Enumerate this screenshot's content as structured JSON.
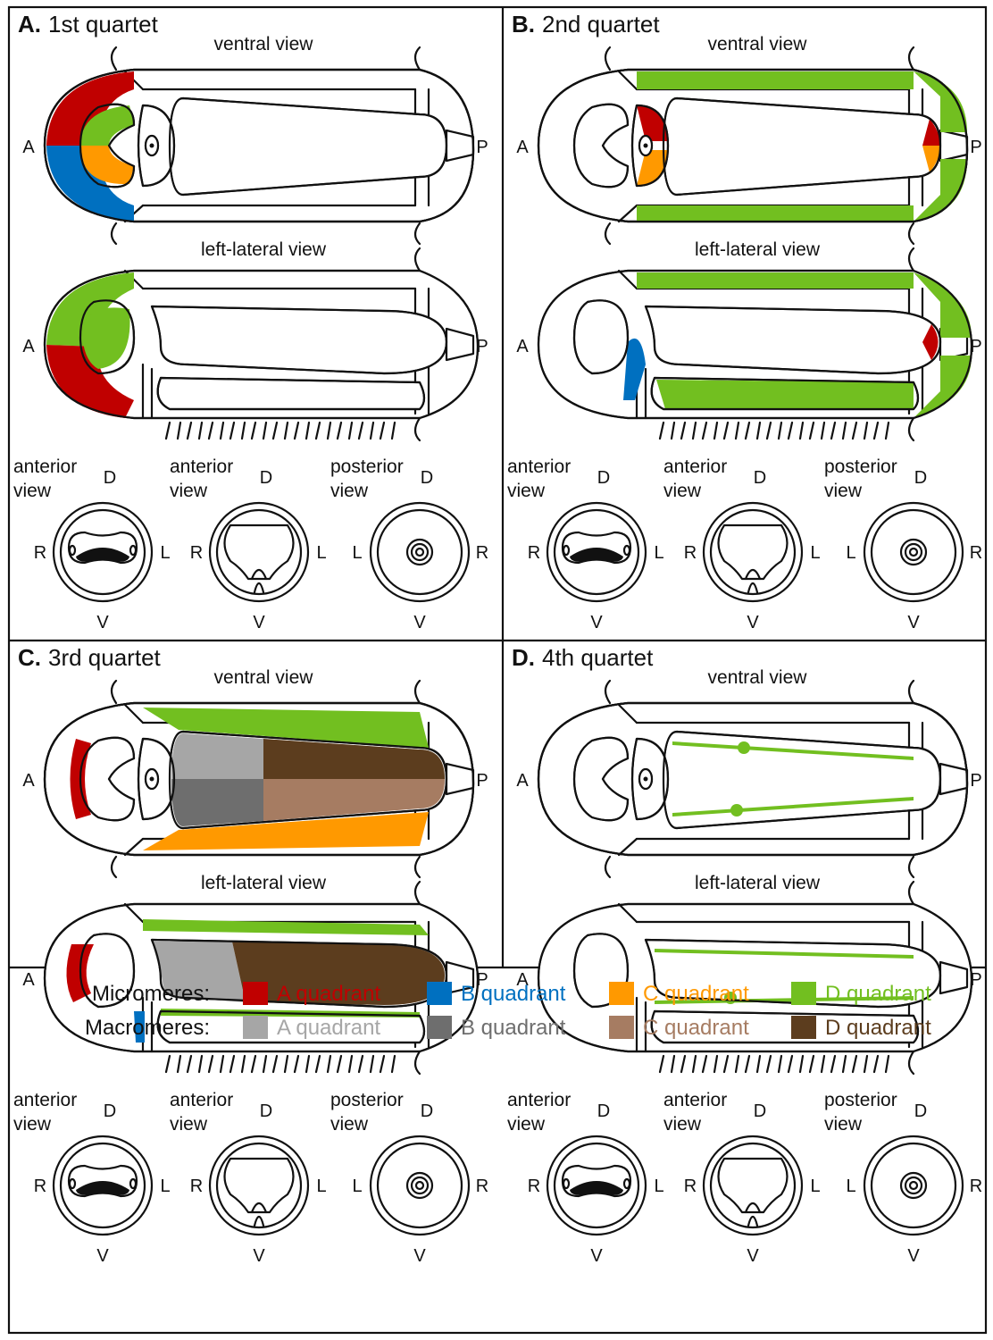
{
  "colors": {
    "micro_A": "#c00000",
    "micro_B": "#0070c0",
    "micro_C": "#ff9900",
    "micro_D": "#72bf20",
    "macro_A": "#a6a6a6",
    "macro_B": "#6e6e6e",
    "macro_C": "#a67c62",
    "macro_D": "#5c3d1e"
  },
  "panels": [
    {
      "letter": "A.",
      "title": "1st quartet",
      "ventral": "ventral view",
      "lateral": "left-lateral view",
      "ant_label": "A",
      "post_label": "P",
      "sections": [
        {
          "line1": "anterior",
          "line2": "view",
          "top": "D",
          "left": "R",
          "right": "L",
          "bottom": "V"
        },
        {
          "line1": "anterior",
          "line2": "view",
          "top": "D",
          "left": "R",
          "right": "L",
          "bottom": "V"
        },
        {
          "line1": "posterior",
          "line2": "view",
          "top": "D",
          "left": "L",
          "right": "R",
          "bottom": "V"
        }
      ]
    },
    {
      "letter": "B.",
      "title": "2nd quartet",
      "ventral": "ventral view",
      "lateral": "left-lateral view",
      "ant_label": "A",
      "post_label": "P",
      "sections": [
        {
          "line1": "anterior",
          "line2": "view",
          "top": "D",
          "left": "R",
          "right": "L",
          "bottom": "V"
        },
        {
          "line1": "anterior",
          "line2": "view",
          "top": "D",
          "left": "R",
          "right": "L",
          "bottom": "V"
        },
        {
          "line1": "posterior",
          "line2": "view",
          "top": "D",
          "left": "L",
          "right": "R",
          "bottom": "V"
        }
      ]
    },
    {
      "letter": "C.",
      "title": "3rd quartet",
      "ventral": "ventral view",
      "lateral": "left-lateral view",
      "ant_label": "A",
      "post_label": "P",
      "sections": [
        {
          "line1": "anterior",
          "line2": "view",
          "top": "D",
          "left": "R",
          "right": "L",
          "bottom": "V"
        },
        {
          "line1": "anterior",
          "line2": "view",
          "top": "D",
          "left": "R",
          "right": "L",
          "bottom": "V"
        },
        {
          "line1": "posterior",
          "line2": "view",
          "top": "D",
          "left": "L",
          "right": "R",
          "bottom": "V"
        }
      ]
    },
    {
      "letter": "D.",
      "title": "4th quartet",
      "ventral": "ventral view",
      "lateral": "left-lateral view",
      "ant_label": "A",
      "post_label": "P",
      "sections": [
        {
          "line1": "anterior",
          "line2": "view",
          "top": "D",
          "left": "R",
          "right": "L",
          "bottom": "V"
        },
        {
          "line1": "anterior",
          "line2": "view",
          "top": "D",
          "left": "R",
          "right": "L",
          "bottom": "V"
        },
        {
          "line1": "posterior",
          "line2": "view",
          "top": "D",
          "left": "L",
          "right": "R",
          "bottom": "V"
        }
      ]
    }
  ],
  "legend": {
    "micro_label": "Micromeres:",
    "macro_label": "Macromeres:",
    "micro": [
      "A quadrant",
      "B quadrant",
      "C quadrant",
      "D quadrant"
    ],
    "macro": [
      "A quadrant",
      "B quadrant",
      "C quadrant",
      "D quadrant"
    ]
  }
}
